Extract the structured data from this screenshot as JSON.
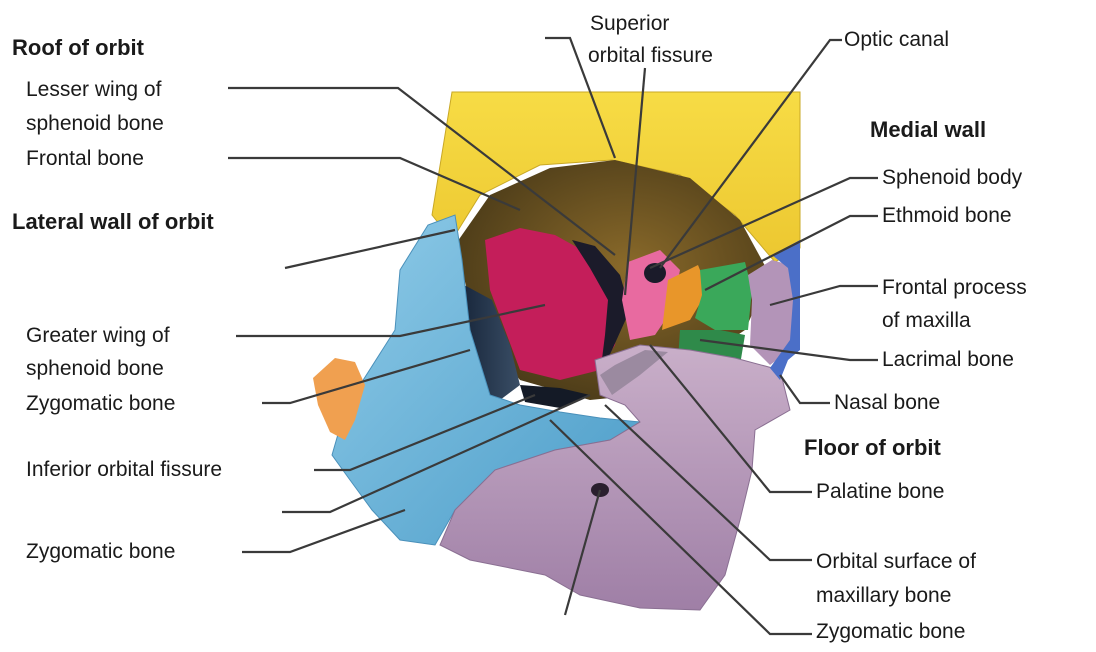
{
  "headings": {
    "roof": "Roof of orbit",
    "lateral": "Lateral wall of orbit",
    "medial": "Medial wall",
    "floor": "Floor of orbit"
  },
  "labels": {
    "lesser_wing_1": "Lesser wing of",
    "lesser_wing_2": "sphenoid bone",
    "frontal_bone": "Frontal bone",
    "greater_wing_1": "Greater wing of",
    "greater_wing_2": "sphenoid bone",
    "zygomatic_1": "Zygomatic bone",
    "inferior_orbital_fissure": "Inferior orbital fissure",
    "zygomatic_2": "Zygomatic bone",
    "superior_orbital_fissure_1": "Superior",
    "superior_orbital_fissure_2": "orbital fissure",
    "optic_canal": "Optic canal",
    "sphenoid_body": "Sphenoid body",
    "ethmoid_bone": "Ethmoid bone",
    "frontal_process_1": "Frontal process",
    "frontal_process_2": "of maxilla",
    "lacrimal_bone": "Lacrimal bone",
    "nasal_bone": "Nasal bone",
    "palatine_bone": "Palatine bone",
    "orbital_surface_1": "Orbital surface of",
    "orbital_surface_2": "maxillary bone",
    "zygomatic_3": "Zygomatic bone"
  },
  "colors": {
    "frontal": "#f2d33a",
    "frontal_orbit": "#b8862a",
    "zygomatic": "#6fb8de",
    "greater_wing": "#c41e5a",
    "maxilla": "#b394b8",
    "ethmoid": "#3aa85a",
    "lacrimal": "#e8962a",
    "nasal": "#4b6fc8",
    "orange_process": "#f0a050",
    "optic_pink": "#e86aa0",
    "shadow": "#1e2e44"
  }
}
